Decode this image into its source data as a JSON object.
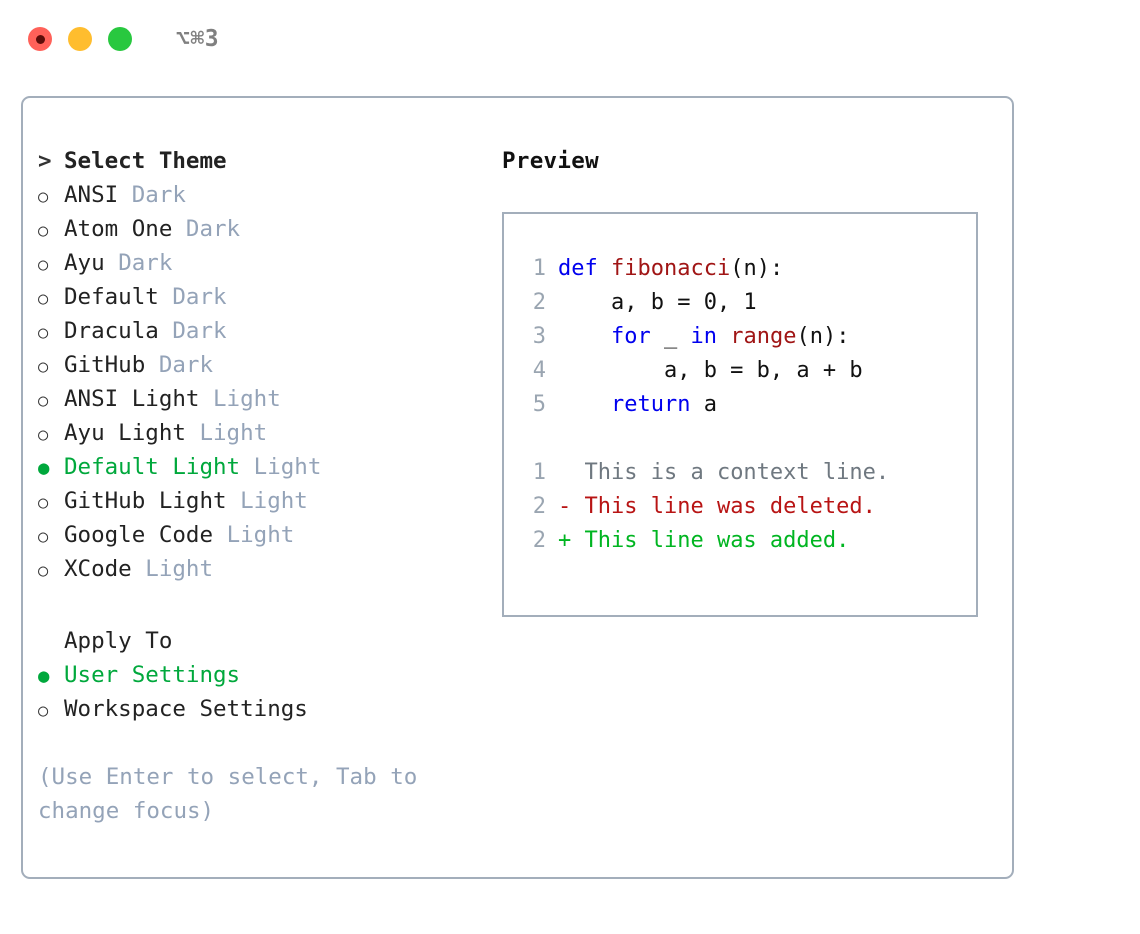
{
  "window": {
    "shortcut": "⌥⌘3",
    "traffic_lights": [
      {
        "name": "close",
        "color": "#ff6159",
        "inner": "#5c0d09"
      },
      {
        "name": "minimize",
        "color": "#ffbd2e",
        "inner": ""
      },
      {
        "name": "maximize",
        "color": "#28c83f",
        "inner": ""
      }
    ]
  },
  "theme_picker": {
    "heading": "Select Theme",
    "heading_marker": ">",
    "items": [
      {
        "label": "ANSI",
        "suffix": "Dark",
        "selected": false
      },
      {
        "label": "Atom One",
        "suffix": "Dark",
        "selected": false
      },
      {
        "label": "Ayu",
        "suffix": "Dark",
        "selected": false
      },
      {
        "label": "Default",
        "suffix": "Dark",
        "selected": false
      },
      {
        "label": "Dracula",
        "suffix": "Dark",
        "selected": false
      },
      {
        "label": "GitHub",
        "suffix": "Dark",
        "selected": false
      },
      {
        "label": "ANSI Light",
        "suffix": "Light",
        "selected": false
      },
      {
        "label": "Ayu Light",
        "suffix": "Light",
        "selected": false
      },
      {
        "label": "Default Light",
        "suffix": "Light",
        "selected": true
      },
      {
        "label": "GitHub Light",
        "suffix": "Light",
        "selected": false
      },
      {
        "label": "Google Code",
        "suffix": "Light",
        "selected": false
      },
      {
        "label": "XCode",
        "suffix": "Light",
        "selected": false
      }
    ]
  },
  "apply_to": {
    "heading": "Apply To",
    "items": [
      {
        "label": "User Settings",
        "selected": true
      },
      {
        "label": "Workspace Settings",
        "selected": false
      }
    ]
  },
  "hint": "(Use Enter to select, Tab to change focus)",
  "preview": {
    "title": "Preview",
    "code_lines": [
      {
        "no": "1",
        "tokens": [
          {
            "t": "def ",
            "c": "kw"
          },
          {
            "t": "fibonacci",
            "c": "fn"
          },
          {
            "t": "(n):",
            "c": "pl"
          }
        ]
      },
      {
        "no": "2",
        "tokens": [
          {
            "t": "    a, b = 0, 1",
            "c": "pl"
          }
        ]
      },
      {
        "no": "3",
        "tokens": [
          {
            "t": "    ",
            "c": "pl"
          },
          {
            "t": "for",
            "c": "kw"
          },
          {
            "t": " _ ",
            "c": "pl"
          },
          {
            "t": "in",
            "c": "kw"
          },
          {
            "t": " ",
            "c": "pl"
          },
          {
            "t": "range",
            "c": "fn"
          },
          {
            "t": "(n):",
            "c": "pl"
          }
        ]
      },
      {
        "no": "4",
        "tokens": [
          {
            "t": "        a, b = b, a + b",
            "c": "pl"
          }
        ]
      },
      {
        "no": "5",
        "tokens": [
          {
            "t": "    ",
            "c": "pl"
          },
          {
            "t": "return",
            "c": "kw"
          },
          {
            "t": " a",
            "c": "pl"
          }
        ]
      }
    ],
    "diff_lines": [
      {
        "no": "1",
        "marker": " ",
        "text": " This is a context line.",
        "kind": "context"
      },
      {
        "no": "2",
        "marker": "-",
        "text": " This line was deleted.",
        "kind": "del"
      },
      {
        "no": "2",
        "marker": "+",
        "text": " This line was added.",
        "kind": "add"
      }
    ]
  },
  "colors": {
    "accent_green": "#00a83c",
    "muted": "#94a3b8",
    "border": "#a3aebb",
    "keyword_blue": "#0000ee",
    "function_red": "#a01515",
    "diff_add": "#00b521",
    "diff_del": "#b81414"
  }
}
